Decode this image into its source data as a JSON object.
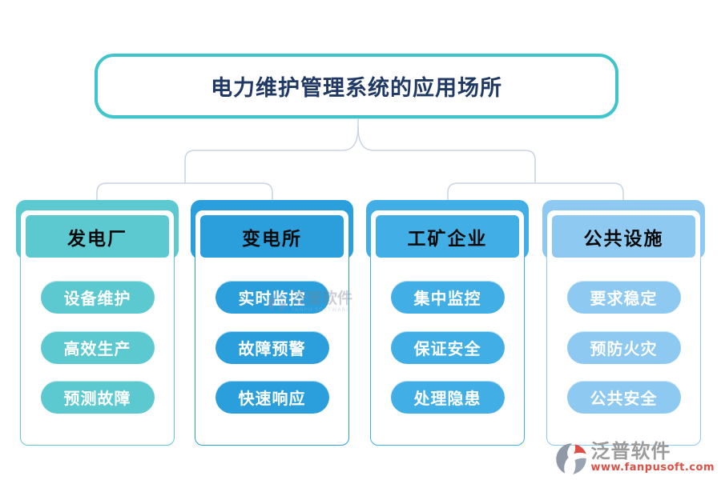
{
  "title": "电力维护管理系统的应用场所",
  "colors": {
    "title_border": "#3FC4CC",
    "title_text": "#1F3864",
    "connector": "#C9D3E2",
    "header_text": "#0A0A0A",
    "button_text": "#FFFFFF",
    "logo_text": "#9B9B9B",
    "logo_url": "#DD4F44",
    "col1": "#5BC9CF",
    "col2": "#2B9FDB",
    "col3": "#41AFE5",
    "col4": "#8DC9F1"
  },
  "columns": [
    {
      "title": "发电厂",
      "theme": "col1",
      "items": [
        "设备维护",
        "高效生产",
        "预测故障"
      ]
    },
    {
      "title": "变电所",
      "theme": "col2",
      "items": [
        "实时监控",
        "故障预警",
        "快速响应"
      ]
    },
    {
      "title": "工矿企业",
      "theme": "col3",
      "items": [
        "集中监控",
        "保证安全",
        "处理隐患"
      ]
    },
    {
      "title": "公共设施",
      "theme": "col4",
      "items": [
        "要求稳定",
        "预防火灾",
        "公共安全"
      ]
    }
  ],
  "watermark": {
    "brand": "泛普软件",
    "brand_en": "FANPU SOFTWARE"
  },
  "footer": {
    "brand": "泛普软件",
    "url": "www.fanpusoft.com"
  }
}
